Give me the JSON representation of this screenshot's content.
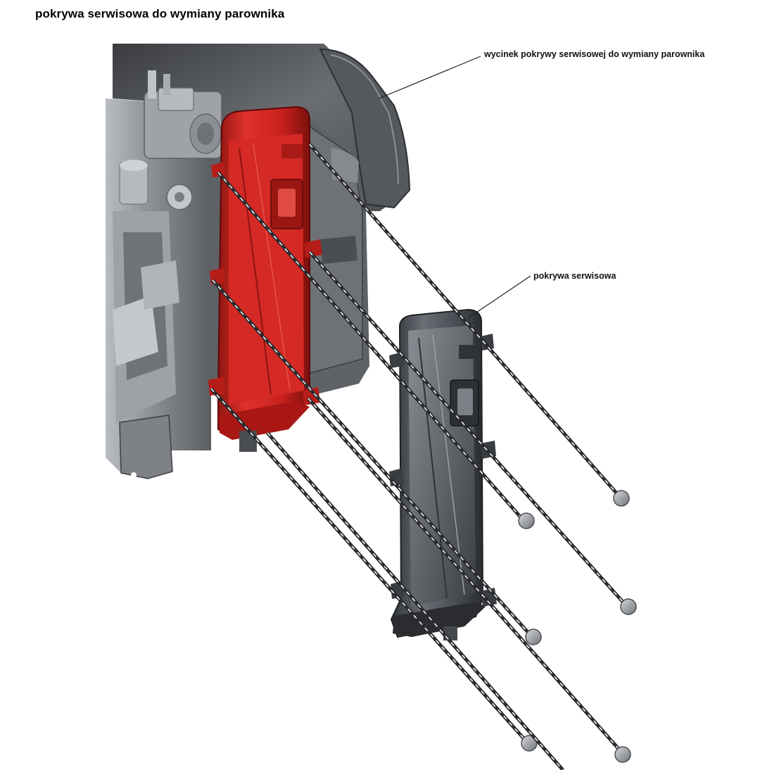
{
  "title": "pokrywa serwisowa do wymiany parownika",
  "callouts": [
    {
      "text": "wycinek pokrywy serwisowej do wymiany parownika"
    },
    {
      "text": "pokrywa serwisowa"
    }
  ],
  "colors": {
    "cutout_red": "#c8201c",
    "cover_dark": "#3c4046",
    "housing_gray": "#5a5d62"
  }
}
